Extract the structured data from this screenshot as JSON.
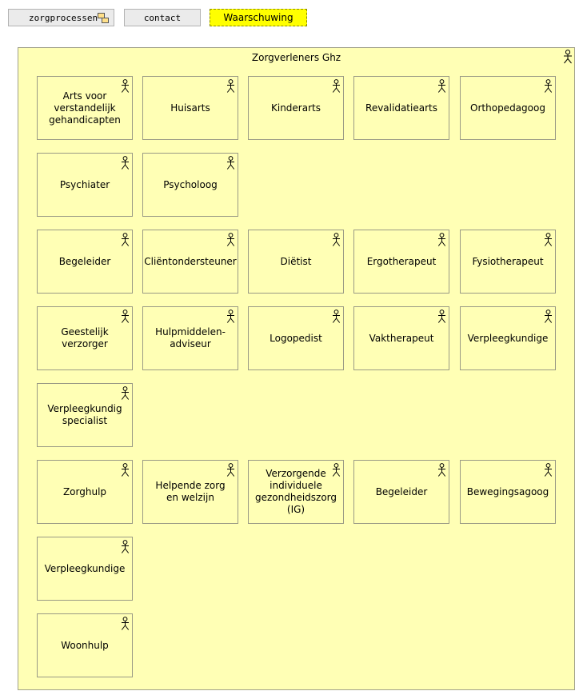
{
  "toolbar": {
    "process_label": "zorgprocessen",
    "contact_label": "contact",
    "warning_label": "Waarschuwing"
  },
  "icons": {
    "process": "process-icon",
    "actor": "actor-icon"
  },
  "colors": {
    "group_fill": "#ffffb5",
    "warning_fill": "#ffff00"
  },
  "group": {
    "title": "Zorgverleners Ghz",
    "rows": [
      [
        "Arts voor verstandelijk gehandicapten",
        "Huisarts",
        "Kinderarts",
        "Revalidatiearts",
        "Orthopedagoog"
      ],
      [
        "Psychiater",
        "Psycholoog"
      ],
      [
        "Begeleider",
        "Cliëntondersteuner",
        "Diëtist",
        "Ergotherapeut",
        "Fysiotherapeut"
      ],
      [
        "Geestelijk verzorger",
        "Hulpmiddelen-adviseur",
        "Logopedist",
        "Vaktherapeut",
        "Verpleegkundige"
      ],
      [
        "Verpleegkundig specialist"
      ],
      [
        "Zorghulp",
        "Helpende zorg en welzijn",
        "Verzorgende individuele gezondheidszorg (IG)",
        "Begeleider",
        "Bewegingsagoog"
      ],
      [
        "Verpleegkundige"
      ],
      [
        "Woonhulp"
      ]
    ]
  }
}
